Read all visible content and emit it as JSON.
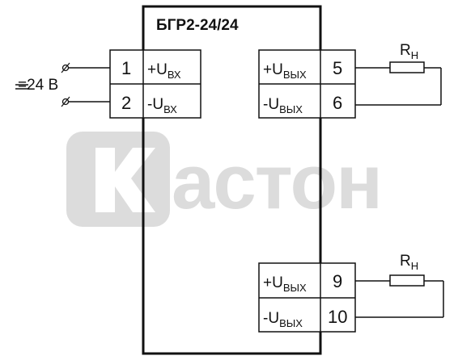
{
  "device": {
    "title": "БГР2-24/24"
  },
  "supply": {
    "label": "=24 В"
  },
  "watermark": {
    "brand": "Кастон",
    "color": "#dcdcdc"
  },
  "terminals": [
    {
      "number": "1",
      "sign": "+U",
      "sub": "ВХ"
    },
    {
      "number": "2",
      "sign": "-U",
      "sub": "ВХ"
    },
    {
      "number": "5",
      "sign": "+U",
      "sub": "ВЫХ"
    },
    {
      "number": "6",
      "sign": "-U",
      "sub": "ВЫХ"
    },
    {
      "number": "9",
      "sign": "+U",
      "sub": "ВЫХ"
    },
    {
      "number": "10",
      "sign": "-U",
      "sub": "ВЫХ"
    }
  ],
  "loads": [
    {
      "sign": "R",
      "sub": "Н"
    },
    {
      "sign": "R",
      "sub": "Н"
    }
  ],
  "colors": {
    "line": "#111111",
    "background": "#ffffff"
  }
}
